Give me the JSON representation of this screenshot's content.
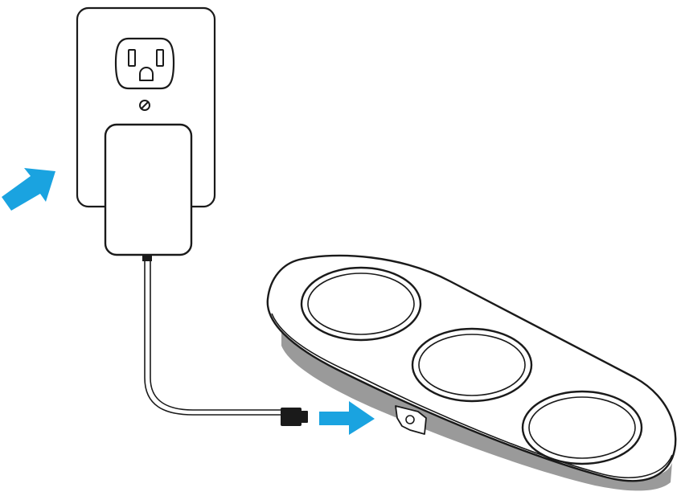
{
  "colors": {
    "arrow": "#1aa3e0",
    "line": "#1a1a1a",
    "background": "#ffffff",
    "pad_shadow": "#9a9a9a"
  },
  "illustration": {
    "wall_outlet": {
      "icon": "wall-outlet-icon"
    },
    "power_adapter": {
      "icon": "power-adapter-icon"
    },
    "usb_c_connector": {
      "icon": "usb-c-plug-icon"
    },
    "charging_pad": {
      "icon": "charging-pad-icon",
      "charging_spots": 3
    },
    "arrows": [
      {
        "icon": "arrow-icon",
        "direction": "up-right"
      },
      {
        "icon": "arrow-icon",
        "direction": "right"
      }
    ]
  }
}
